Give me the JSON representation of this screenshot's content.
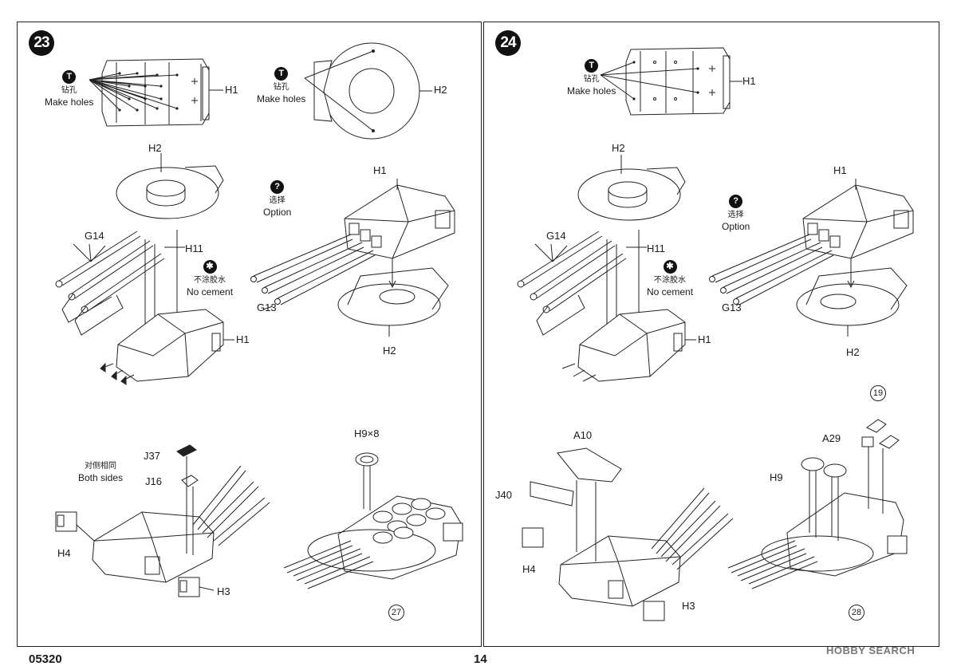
{
  "step23": {
    "number": "23",
    "top": {
      "h1": "H1",
      "h2": "H2",
      "holes_cn": "钻孔",
      "holes_en": "Make holes",
      "holes_cn_2": "钻孔",
      "holes_en_2": "Make holes"
    },
    "mid": {
      "h2": "H2",
      "g14": "G14",
      "h11": "H11",
      "nocement_cn": "不涂胶水",
      "nocement_en": "No cement",
      "h1": "H1",
      "option_cn": "选择",
      "option_en": "Option",
      "h1_opt": "H1",
      "g13": "G13",
      "h2_opt": "H2"
    },
    "bottom": {
      "j37": "J37",
      "both_cn": "对侧相同",
      "both_en": "Both sides",
      "j16": "J16",
      "h4": "H4",
      "h3": "H3",
      "h9x8": "H9×8",
      "ref": "27"
    }
  },
  "step24": {
    "number": "24",
    "top": {
      "h1": "H1",
      "holes_cn": "钻孔",
      "holes_en": "Make holes"
    },
    "mid": {
      "h2": "H2",
      "g14": "G14",
      "h11": "H11",
      "nocement_cn": "不涂胶水",
      "nocement_en": "No cement",
      "h1": "H1",
      "option_cn": "选择",
      "option_en": "Option",
      "h1_opt": "H1",
      "g13": "G13",
      "h2_opt": "H2"
    },
    "bottom": {
      "a10": "A10",
      "j40": "J40",
      "h4": "H4",
      "h3": "H3",
      "a29": "A29",
      "h9": "H9",
      "ref19": "19",
      "ref": "28"
    }
  },
  "icons": {
    "make_holes": "drill-icon",
    "no_cement": "no-glue-icon",
    "option": "question-icon"
  },
  "footer": {
    "code": "05320",
    "page": "14",
    "watermark": "HOBBY SEARCH"
  }
}
